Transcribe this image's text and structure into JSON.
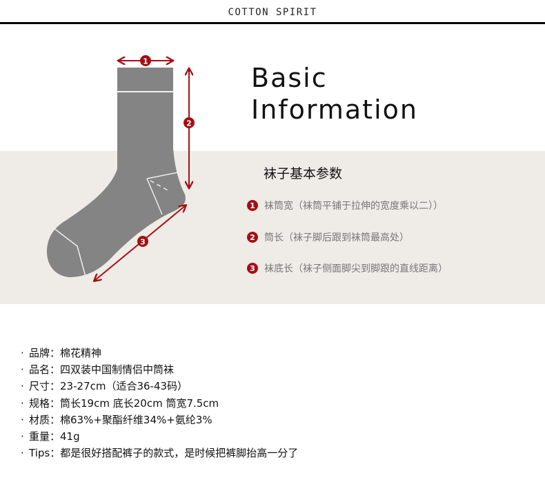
{
  "header": {
    "brand": "COTTON SPIRIT"
  },
  "colors": {
    "accent": "#a50f14",
    "band": "#efebe6",
    "sock": "#848484"
  },
  "diagram": {
    "markers": [
      {
        "number": "1",
        "meaning": "width"
      },
      {
        "number": "2",
        "meaning": "leg-length"
      },
      {
        "number": "3",
        "meaning": "foot-length"
      }
    ]
  },
  "title": {
    "line1": "Basic",
    "line2": "Information"
  },
  "params": {
    "heading": "袜子基本参数",
    "items": [
      {
        "number": "1",
        "text": "袜筒宽（袜筒平铺于拉伸的宽度乘以二））"
      },
      {
        "number": "2",
        "text": "筒长（袜子脚后跟到袜筒最高处）"
      },
      {
        "number": "3",
        "text": "袜底长（袜子侧面脚尖到脚跟的直线距离）"
      }
    ]
  },
  "specs": [
    {
      "bullet": "·",
      "label": "品牌：",
      "value": "棉花精神"
    },
    {
      "bullet": "·",
      "label": "品名：",
      "value": "四双装中国制情侣中筒袜"
    },
    {
      "bullet": "·",
      "label": "尺寸：",
      "value": "23-27cm（适合36-43码）"
    },
    {
      "bullet": "·",
      "label": "规格：",
      "value": "筒长19cm 底长20cm 筒宽7.5cm"
    },
    {
      "bullet": "·",
      "label": "材质：",
      "value": "棉63%+聚酯纤维34%+氨纶3%"
    },
    {
      "bullet": "·",
      "label": "重量：",
      "value": "41g"
    },
    {
      "bullet": "·",
      "label": "Tips：",
      "value": "都是很好搭配裤子的款式，是时候把裤脚抬高一分了"
    }
  ]
}
